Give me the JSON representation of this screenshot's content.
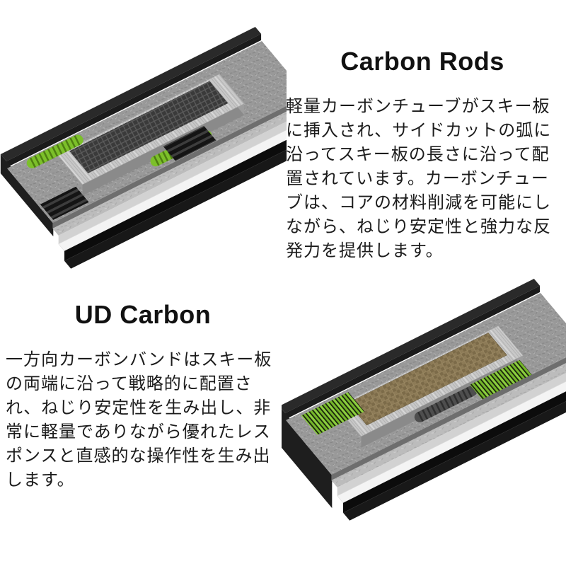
{
  "colors": {
    "background": "#ffffff",
    "title_text": "#111111",
    "body_text": "#1c1c1c",
    "accent_green": "#7cc02a",
    "accent_green_dark": "#4e7d12",
    "tube_gray": "#4e4e4e",
    "tube_gray_dark": "#2f2f2f"
  },
  "sections": {
    "carbon_rods": {
      "title": "Carbon Rods",
      "body": "軽量カーボンチューブがスキー板に挿入され、サイドカットの弧に沿ってスキー板の長さに沿って配置されています。カーボンチューブは、コアの材料削減を可能にしながら、ねじり安定性と強力な反発力を提供します。"
    },
    "ud_carbon": {
      "title": "UD Carbon",
      "body": "一方向カーボンバンドはスキー板の両端に沿って戦略的に配置され、ねじり安定性を生み出し、非常に軽量でありながら優れたレスポンスと直感的な操作性を生み出します。"
    }
  }
}
